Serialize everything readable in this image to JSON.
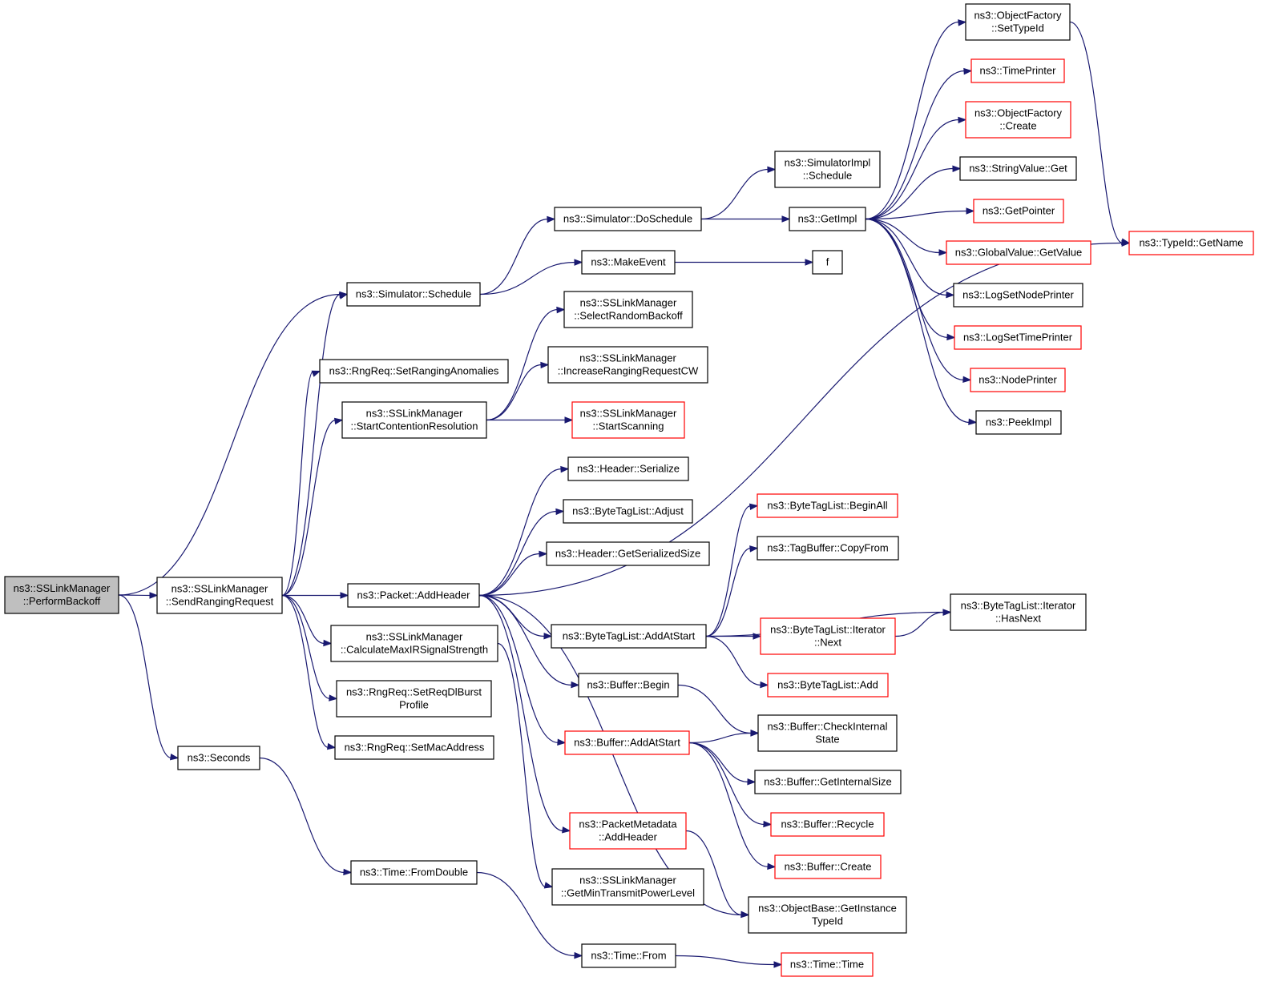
{
  "diagram": {
    "nodes": [
      {
        "id": "perform_backoff",
        "lines": [
          "ns3::SSLinkManager",
          "::PerformBackoff"
        ],
        "style": "root"
      },
      {
        "id": "send_ranging",
        "lines": [
          "ns3::SSLinkManager",
          "::SendRangingRequest"
        ],
        "style": "normal"
      },
      {
        "id": "seconds",
        "lines": [
          "ns3::Seconds"
        ],
        "style": "normal"
      },
      {
        "id": "sim_schedule",
        "lines": [
          "ns3::Simulator::Schedule"
        ],
        "style": "normal"
      },
      {
        "id": "set_anomalies",
        "lines": [
          "ns3::RngReq::SetRangingAnomalies"
        ],
        "style": "normal"
      },
      {
        "id": "start_contention",
        "lines": [
          "ns3::SSLinkManager",
          "::StartContentionResolution"
        ],
        "style": "normal"
      },
      {
        "id": "packet_addheader",
        "lines": [
          "ns3::Packet::AddHeader"
        ],
        "style": "normal"
      },
      {
        "id": "calc_max_ir",
        "lines": [
          "ns3::SSLinkManager",
          "::CalculateMaxIRSignalStrength"
        ],
        "style": "normal"
      },
      {
        "id": "set_req_dl",
        "lines": [
          "ns3::RngReq::SetReqDlBurst",
          "Profile"
        ],
        "style": "normal"
      },
      {
        "id": "set_mac",
        "lines": [
          "ns3::RngReq::SetMacAddress"
        ],
        "style": "normal"
      },
      {
        "id": "time_fromdouble",
        "lines": [
          "ns3::Time::FromDouble"
        ],
        "style": "normal"
      },
      {
        "id": "sim_doschedule",
        "lines": [
          "ns3::Simulator::DoSchedule"
        ],
        "style": "normal"
      },
      {
        "id": "make_event",
        "lines": [
          "ns3::MakeEvent"
        ],
        "style": "normal"
      },
      {
        "id": "select_backoff",
        "lines": [
          "ns3::SSLinkManager",
          "::SelectRandomBackoff"
        ],
        "style": "normal"
      },
      {
        "id": "increase_cw",
        "lines": [
          "ns3::SSLinkManager",
          "::IncreaseRangingRequestCW"
        ],
        "style": "normal"
      },
      {
        "id": "start_scanning",
        "lines": [
          "ns3::SSLinkManager",
          "::StartScanning"
        ],
        "style": "red"
      },
      {
        "id": "header_serialize",
        "lines": [
          "ns3::Header::Serialize"
        ],
        "style": "normal"
      },
      {
        "id": "btl_adjust",
        "lines": [
          "ns3::ByteTagList::Adjust"
        ],
        "style": "normal"
      },
      {
        "id": "header_getsize",
        "lines": [
          "ns3::Header::GetSerializedSize"
        ],
        "style": "normal"
      },
      {
        "id": "btl_addatstart",
        "lines": [
          "ns3::ByteTagList::AddAtStart"
        ],
        "style": "normal"
      },
      {
        "id": "buffer_begin",
        "lines": [
          "ns3::Buffer::Begin"
        ],
        "style": "normal"
      },
      {
        "id": "buffer_addatstart",
        "lines": [
          "ns3::Buffer::AddAtStart"
        ],
        "style": "red"
      },
      {
        "id": "pm_addheader",
        "lines": [
          "ns3::PacketMetadata",
          "::AddHeader"
        ],
        "style": "red"
      },
      {
        "id": "get_min_tx",
        "lines": [
          "ns3::SSLinkManager",
          "::GetMinTransmitPowerLevel"
        ],
        "style": "normal"
      },
      {
        "id": "time_from",
        "lines": [
          "ns3::Time::From"
        ],
        "style": "normal"
      },
      {
        "id": "sim_impl_schedule",
        "lines": [
          "ns3::SimulatorImpl",
          "::Schedule"
        ],
        "style": "normal"
      },
      {
        "id": "get_impl",
        "lines": [
          "ns3::GetImpl"
        ],
        "style": "normal"
      },
      {
        "id": "f",
        "lines": [
          "f"
        ],
        "style": "normal"
      },
      {
        "id": "btl_beginall",
        "lines": [
          "ns3::ByteTagList::BeginAll"
        ],
        "style": "red"
      },
      {
        "id": "tagbuffer_copyfrom",
        "lines": [
          "ns3::TagBuffer::CopyFrom"
        ],
        "style": "normal"
      },
      {
        "id": "btl_iter_next",
        "lines": [
          "ns3::ByteTagList::Iterator",
          "::Next"
        ],
        "style": "red"
      },
      {
        "id": "btl_add",
        "lines": [
          "ns3::ByteTagList::Add"
        ],
        "style": "red"
      },
      {
        "id": "buffer_checkinternal",
        "lines": [
          "ns3::Buffer::CheckInternal",
          "State"
        ],
        "style": "normal"
      },
      {
        "id": "buffer_getinternalsize",
        "lines": [
          "ns3::Buffer::GetInternalSize"
        ],
        "style": "normal"
      },
      {
        "id": "buffer_recycle",
        "lines": [
          "ns3::Buffer::Recycle"
        ],
        "style": "red"
      },
      {
        "id": "buffer_create",
        "lines": [
          "ns3::Buffer::Create"
        ],
        "style": "red"
      },
      {
        "id": "objectbase_gettid",
        "lines": [
          "ns3::ObjectBase::GetInstance",
          "TypeId"
        ],
        "style": "normal"
      },
      {
        "id": "time_time",
        "lines": [
          "ns3::Time::Time"
        ],
        "style": "red"
      },
      {
        "id": "of_settypeid",
        "lines": [
          "ns3::ObjectFactory",
          "::SetTypeId"
        ],
        "style": "normal"
      },
      {
        "id": "time_printer",
        "lines": [
          "ns3::TimePrinter"
        ],
        "style": "red"
      },
      {
        "id": "of_create",
        "lines": [
          "ns3::ObjectFactory",
          "::Create"
        ],
        "style": "red"
      },
      {
        "id": "stringvalue_get",
        "lines": [
          "ns3::StringValue::Get"
        ],
        "style": "normal"
      },
      {
        "id": "get_pointer",
        "lines": [
          "ns3::GetPointer"
        ],
        "style": "red"
      },
      {
        "id": "gv_getvalue",
        "lines": [
          "ns3::GlobalValue::GetValue"
        ],
        "style": "red"
      },
      {
        "id": "log_set_node_printer",
        "lines": [
          "ns3::LogSetNodePrinter"
        ],
        "style": "normal"
      },
      {
        "id": "log_set_time_printer",
        "lines": [
          "ns3::LogSetTimePrinter"
        ],
        "style": "red"
      },
      {
        "id": "node_printer",
        "lines": [
          "ns3::NodePrinter"
        ],
        "style": "red"
      },
      {
        "id": "peek_impl",
        "lines": [
          "ns3::PeekImpl"
        ],
        "style": "normal"
      },
      {
        "id": "btl_iter_hasnext",
        "lines": [
          "ns3::ByteTagList::Iterator",
          "::HasNext"
        ],
        "style": "normal"
      },
      {
        "id": "typeid_getname",
        "lines": [
          "ns3::TypeId::GetName"
        ],
        "style": "red"
      }
    ],
    "edges": [
      [
        "perform_backoff",
        "send_ranging"
      ],
      [
        "perform_backoff",
        "sim_schedule"
      ],
      [
        "perform_backoff",
        "seconds"
      ],
      [
        "send_ranging",
        "sim_schedule"
      ],
      [
        "send_ranging",
        "set_anomalies"
      ],
      [
        "send_ranging",
        "start_contention"
      ],
      [
        "send_ranging",
        "packet_addheader"
      ],
      [
        "send_ranging",
        "calc_max_ir"
      ],
      [
        "send_ranging",
        "set_req_dl"
      ],
      [
        "send_ranging",
        "set_mac"
      ],
      [
        "seconds",
        "time_fromdouble"
      ],
      [
        "time_fromdouble",
        "time_from"
      ],
      [
        "time_from",
        "time_time"
      ],
      [
        "sim_schedule",
        "sim_doschedule"
      ],
      [
        "sim_schedule",
        "make_event"
      ],
      [
        "sim_doschedule",
        "sim_impl_schedule"
      ],
      [
        "sim_doschedule",
        "get_impl"
      ],
      [
        "make_event",
        "f"
      ],
      [
        "start_contention",
        "select_backoff"
      ],
      [
        "start_contention",
        "increase_cw"
      ],
      [
        "start_contention",
        "start_scanning"
      ],
      [
        "packet_addheader",
        "header_serialize"
      ],
      [
        "packet_addheader",
        "btl_adjust"
      ],
      [
        "packet_addheader",
        "header_getsize"
      ],
      [
        "packet_addheader",
        "btl_addatstart"
      ],
      [
        "packet_addheader",
        "buffer_begin"
      ],
      [
        "packet_addheader",
        "buffer_addatstart"
      ],
      [
        "packet_addheader",
        "pm_addheader"
      ],
      [
        "packet_addheader",
        "typeid_getname"
      ],
      [
        "packet_addheader",
        "objectbase_gettid"
      ],
      [
        "calc_max_ir",
        "get_min_tx"
      ],
      [
        "btl_addatstart",
        "btl_beginall"
      ],
      [
        "btl_addatstart",
        "tagbuffer_copyfrom"
      ],
      [
        "btl_addatstart",
        "btl_iter_hasnext"
      ],
      [
        "btl_addatstart",
        "btl_iter_next"
      ],
      [
        "btl_addatstart",
        "btl_add"
      ],
      [
        "btl_iter_next",
        "btl_iter_hasnext"
      ],
      [
        "buffer_begin",
        "buffer_checkinternal"
      ],
      [
        "buffer_addatstart",
        "buffer_checkinternal"
      ],
      [
        "buffer_addatstart",
        "buffer_getinternalsize"
      ],
      [
        "buffer_addatstart",
        "buffer_recycle"
      ],
      [
        "buffer_addatstart",
        "buffer_create"
      ],
      [
        "pm_addheader",
        "objectbase_gettid"
      ],
      [
        "get_impl",
        "of_settypeid"
      ],
      [
        "get_impl",
        "time_printer"
      ],
      [
        "get_impl",
        "of_create"
      ],
      [
        "get_impl",
        "stringvalue_get"
      ],
      [
        "get_impl",
        "get_pointer"
      ],
      [
        "get_impl",
        "gv_getvalue"
      ],
      [
        "get_impl",
        "log_set_node_printer"
      ],
      [
        "get_impl",
        "log_set_time_printer"
      ],
      [
        "get_impl",
        "node_printer"
      ],
      [
        "get_impl",
        "peek_impl"
      ],
      [
        "of_settypeid",
        "typeid_getname"
      ]
    ],
    "colors": {
      "edge": "#191970",
      "normal_border": "#000000",
      "red_border": "#ff0000",
      "root_fill": "#bfbfbf"
    }
  }
}
